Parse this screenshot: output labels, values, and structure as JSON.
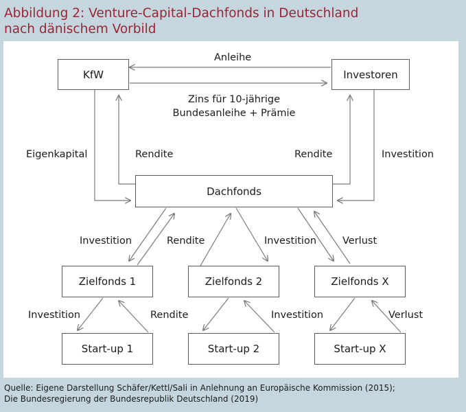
{
  "title": {
    "line1": "Abbildung 2: Venture-Capital-Dachfonds in Deutschland",
    "line2": "nach dänischem Vorbild"
  },
  "nodes": {
    "kfw": "KfW",
    "investoren": "Investoren",
    "dachfonds": "Dachfonds",
    "zielfonds1": "Zielfonds 1",
    "zielfonds2": "Zielfonds 2",
    "zielfondsx": "Zielfonds X",
    "startup1": "Start-up 1",
    "startup2": "Start-up 2",
    "startupx": "Start-up X"
  },
  "edge_labels": {
    "anleihe": "Anleihe",
    "zins_line1": "Zins für 10-jährige",
    "zins_line2": "Bundesanleihe + Prämie",
    "eigenkapital": "Eigenkapital",
    "rendite_kfw": "Rendite",
    "rendite_inv": "Rendite",
    "investition_inv": "Investition",
    "investition_z1": "Investition",
    "rendite_z1": "Rendite",
    "investition_z2": "Investition",
    "verlust_zx": "Verlust",
    "investition_s1": "Investition",
    "rendite_s1": "Rendite",
    "investition_s2": "Investition",
    "verlust_sx": "Verlust"
  },
  "source": {
    "line1": "Quelle: Eigene Darstellung Schäfer/Kettl/Sali in Anlehnung an Europäische Kommission (2015);",
    "line2": "Die Bundesregierung der Bundesrepublik Deutschland (2019)"
  },
  "colors": {
    "title": "#9b2434",
    "background": "#c6d6de",
    "arrow": "#7a7a7a"
  }
}
